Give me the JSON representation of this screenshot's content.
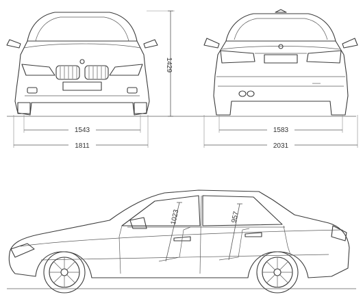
{
  "dimensions": {
    "height": "1429",
    "front_track": "1543",
    "width": "1811",
    "rear_track": "1583",
    "width_with_mirrors": "2031",
    "front_headroom": "1023",
    "rear_headroom": "957"
  },
  "colors": {
    "line": "#3a3a3a",
    "dimension": "#555555",
    "background": "#ffffff"
  }
}
